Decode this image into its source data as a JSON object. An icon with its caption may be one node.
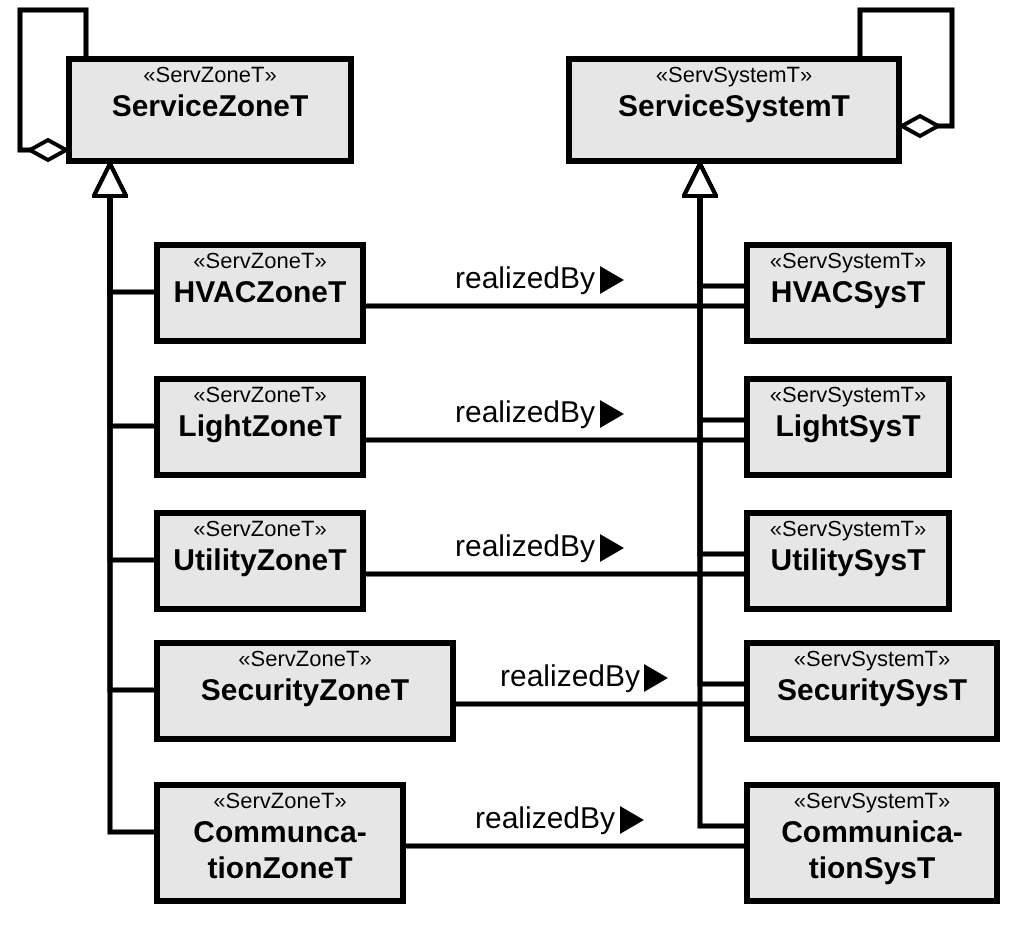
{
  "diagram": {
    "nodes": [
      {
        "text": [
          "«ServZoneT»",
          "ServiceZoneT"
        ]
      },
      {
        "text": [
          "«ServSystemT»",
          "ServiceSystemT"
        ]
      },
      {
        "text": [
          "«ServZoneT»",
          "HVACZoneT"
        ]
      },
      {
        "text": [
          "«ServSystemT»",
          "HVACSysT"
        ]
      },
      {
        "text": [
          "«ServZoneT»",
          "LightZoneT"
        ]
      },
      {
        "text": [
          "«ServSystemT»",
          "LightSysT"
        ]
      },
      {
        "text": [
          "«ServZoneT»",
          "UtilityZoneT"
        ]
      },
      {
        "text": [
          "«ServSystemT»",
          "UtilitySysT"
        ]
      },
      {
        "text": [
          "«ServZoneT»",
          "SecurityZoneT"
        ]
      },
      {
        "text": [
          "«ServSystemT»",
          "SecuritySysT"
        ]
      },
      {
        "text": [
          "«ServZoneT»",
          "Communca-tionZoneT"
        ]
      },
      {
        "text": [
          "«ServSystemT»",
          "Communica-tionSysT"
        ]
      }
    ],
    "edges": [
      {
        "from": 0,
        "to": 0,
        "arrow": "other"
      },
      {
        "from": 1,
        "to": 1,
        "arrow": "other"
      },
      {
        "from": 2,
        "to": 0,
        "arrow": "to"
      },
      {
        "from": 4,
        "to": 0,
        "arrow": "to"
      },
      {
        "from": 6,
        "to": 0,
        "arrow": "to"
      },
      {
        "from": 8,
        "to": 0,
        "arrow": "to"
      },
      {
        "from": 10,
        "to": 0,
        "arrow": "to"
      },
      {
        "from": 3,
        "to": 1,
        "arrow": "to"
      },
      {
        "from": 5,
        "to": 1,
        "arrow": "to"
      },
      {
        "from": 7,
        "to": 1,
        "arrow": "to"
      },
      {
        "from": 9,
        "to": 1,
        "arrow": "to"
      },
      {
        "from": 11,
        "to": 1,
        "arrow": "to"
      },
      {
        "from": 2,
        "to": 3,
        "label": "realizedBy",
        "arrow": "none"
      },
      {
        "from": 4,
        "to": 5,
        "label": "realizedBy",
        "arrow": "none"
      },
      {
        "from": 6,
        "to": 7,
        "label": "realizedBy",
        "arrow": "none"
      },
      {
        "from": 8,
        "to": 9,
        "label": "realizedBy",
        "arrow": "none"
      },
      {
        "from": 10,
        "to": 11,
        "label": "realizedBy",
        "arrow": "none"
      }
    ]
  }
}
